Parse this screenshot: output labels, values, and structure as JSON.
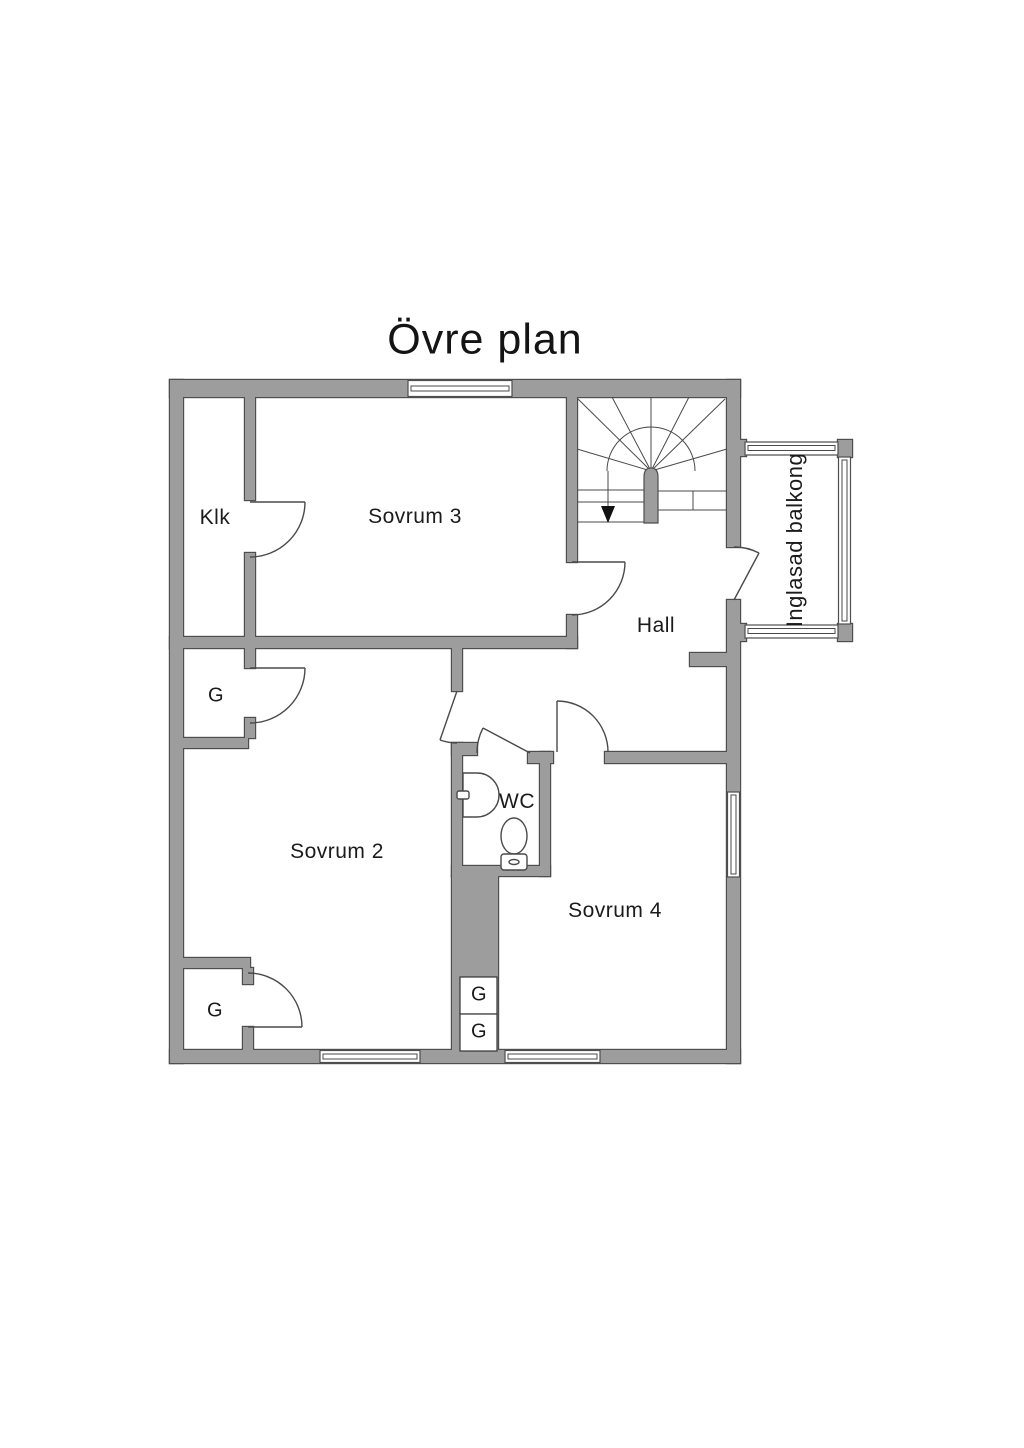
{
  "title": "Övre plan",
  "colors": {
    "background": "#ffffff",
    "wall_fill": "#9d9d9d",
    "wall_outline": "#4e4e4e",
    "line": "#4a4a4a",
    "text": "#1b1b1b"
  },
  "rooms": {
    "klk": {
      "label": "Klk"
    },
    "sovrum3": {
      "label": "Sovrum 3"
    },
    "hall": {
      "label": "Hall"
    },
    "sovrum2": {
      "label": "Sovrum 2"
    },
    "wc": {
      "label": "WC"
    },
    "sovrum4": {
      "label": "Sovrum 4"
    },
    "balcony": {
      "label": "Inglasad balkong"
    }
  },
  "closets": {
    "upper_left": {
      "label": "G"
    },
    "lower_left": {
      "label": "G"
    },
    "middle_top": {
      "label": "G"
    },
    "middle_bottom": {
      "label": "G"
    }
  },
  "icons": {
    "stairs_direction": "down-arrow"
  }
}
